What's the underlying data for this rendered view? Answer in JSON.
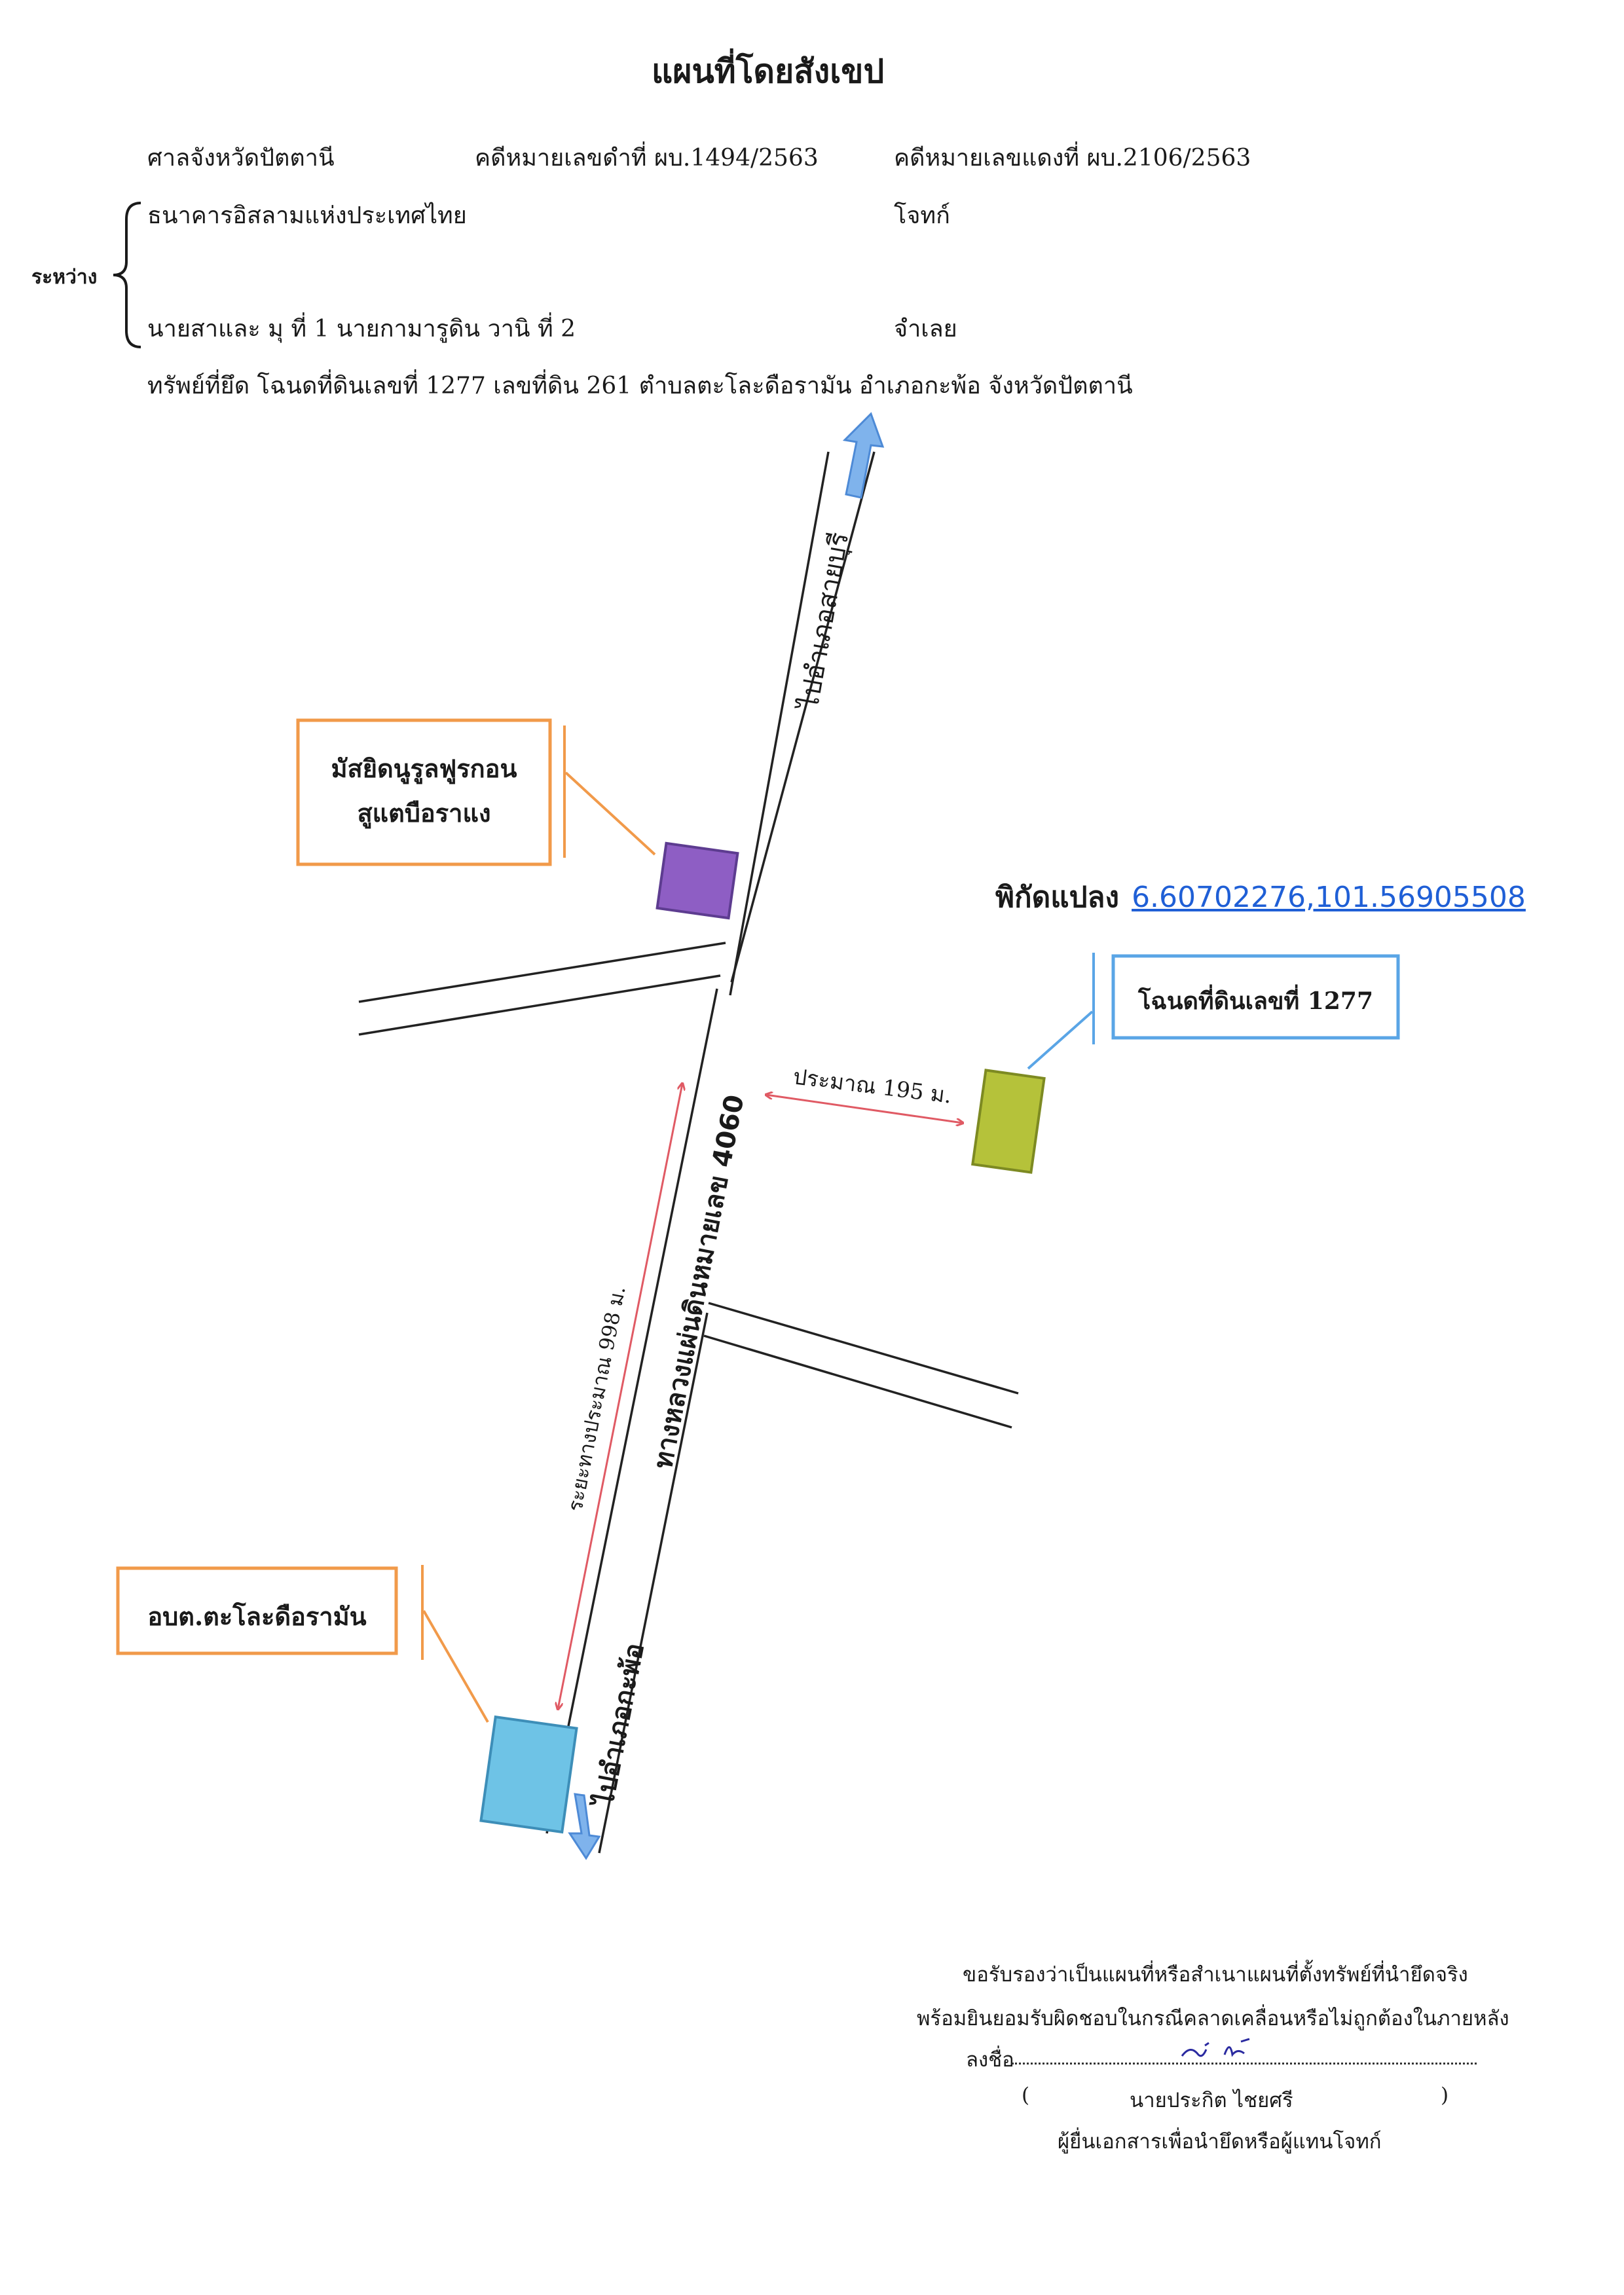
{
  "title": "แผนที่โดยสังเขป",
  "case": {
    "court": "ศาลจังหวัดปัตตานี",
    "black_case": "คดีหมายเลขดำที่ ผบ.1494/2563",
    "red_case": "คดีหมายเลขแดงที่ ผบ.2106/2563",
    "between_label": "ระหว่าง",
    "plaintiff": "ธนาคารอิสลามแห่งประเทศไทย",
    "plaintiff_role": "โจทก์",
    "defendant": "นายสาและ มุ ที่ 1 นายกามารูดิน วานิ ที่ 2",
    "defendant_role": "จำเลย",
    "property": "ทรัพย์ที่ยึด  โฉนดที่ดินเลขที่ 1277 เลขที่ดิน 261 ตำบลตะโละดือรามัน อำเภอกะพ้อ จังหวัดปัตตานี"
  },
  "map": {
    "road_top_label": "ไปอำเภอสายบุรี",
    "road_main_label": "ทางหลวงแผ่นดินหมายเลข 4060",
    "road_bottom_label": "ไปอำเภอกะพ้อ",
    "distance_along_road": "ระยะทางประมาณ 998 ม.",
    "distance_to_plot": "ประมาณ 195 ม.",
    "landmark_mosque_line1": "มัสยิดนูรูลฟูรกอน",
    "landmark_mosque_line2": "สูแตบือราแง",
    "landmark_office": "อบต.ตะโละดือรามัน",
    "plot_label": "โฉนดที่ดินเลขที่ 1277",
    "coord_label": "พิกัดแปลง",
    "coord_value": "6.60702276,101.56905508",
    "colors": {
      "mosque_marker": "#8e5ec4",
      "office_marker": "#6ec3e6",
      "plot_marker": "#b5c23a",
      "orange_callout": "#f19a4a",
      "blue_callout": "#5aa5e6",
      "distance_arrow": "#e05a64",
      "road_arrow": "#7fb3ec"
    }
  },
  "footer": {
    "line1": "ขอรับรองว่าเป็นแผนที่หรือสำเนาแผนที่ตั้งทรัพย์ที่นำยึดจริง",
    "line2": "พร้อมยินยอมรับผิดชอบในกรณีคลาดเคลื่อนหรือไม่ถูกต้องในภายหลัง",
    "sign_label": "ลงชื่อ",
    "signer_open": "(",
    "signer_name": "นายประกิต  ไชยศรี",
    "signer_close": ")",
    "signer_role": "ผู้ยื่นเอกสารเพื่อนำยึดหรือผู้แทนโจทก์"
  }
}
